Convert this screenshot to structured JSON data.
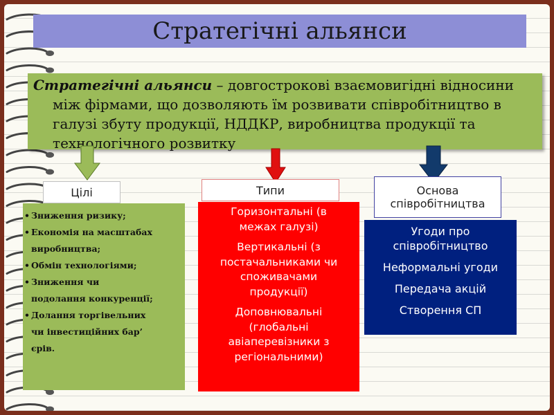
{
  "slide_title": "Стратегічні альянси",
  "definition": {
    "term": "Стратегічні альянси",
    "line1_rest": " – довгострокові взаємовигідні відносини",
    "line2": "між фірмами, що дозволяють їм розвивати співробітництво в",
    "line3": "галузі збуту продукції, НДДКР, виробництва продукції та",
    "line4": "технологічного розвитку"
  },
  "columns": {
    "goals": {
      "header": "Цілі",
      "items": [
        {
          "text": "Зниження ризику;",
          "lines": [
            "Зниження ризику;"
          ]
        },
        {
          "text": "Економія на масштабах виробництва;",
          "lines": [
            "Економія на масштабах",
            "виробництва;"
          ]
        },
        {
          "text": "Обмін технологіями;",
          "lines": [
            "Обмін технологіями;"
          ]
        },
        {
          "text": "Зниження чи подолання конкуренції;",
          "lines": [
            "Зниження чи",
            "подолання конкуренції;"
          ]
        },
        {
          "text": "Долання торгівельних чи інвестиційних бар’єрів.",
          "lines": [
            "Долання торгівельних",
            "чи інвестиційних бар’",
            "єрів."
          ]
        }
      ]
    },
    "types": {
      "header": "Типи",
      "items": [
        {
          "lines": [
            "Горизонтальні (в",
            "межах галузі)"
          ]
        },
        {
          "lines": [
            "Вертикальні (з",
            "постачальниками чи",
            "споживачами",
            "продукції)"
          ]
        },
        {
          "lines": [
            "Доповнювальні",
            "(глобальні",
            "авіаперевізники з",
            "регіональними)"
          ]
        }
      ]
    },
    "basis": {
      "header_lines": [
        "Основа",
        "співробітництва"
      ],
      "items": [
        {
          "lines": [
            "Угоди про",
            "співробітництво"
          ]
        },
        {
          "lines": [
            "Неформальні угоди"
          ]
        },
        {
          "lines": [
            "Передача акцій"
          ]
        },
        {
          "lines": [
            "Створення СП"
          ]
        }
      ]
    }
  },
  "colors": {
    "background_frame": "#7a2e1c",
    "title_bar": "#8d8ed6",
    "definition_box": "#9bbb59",
    "goals_panel": "#9bbb59",
    "types_panel": "#ff0000",
    "basis_panel": "#00207f",
    "arrow_goals": "#9bbb59",
    "arrow_types": "#e01010",
    "arrow_basis": "#123a6b"
  },
  "icons": [
    "spiral-binding-ring"
  ]
}
